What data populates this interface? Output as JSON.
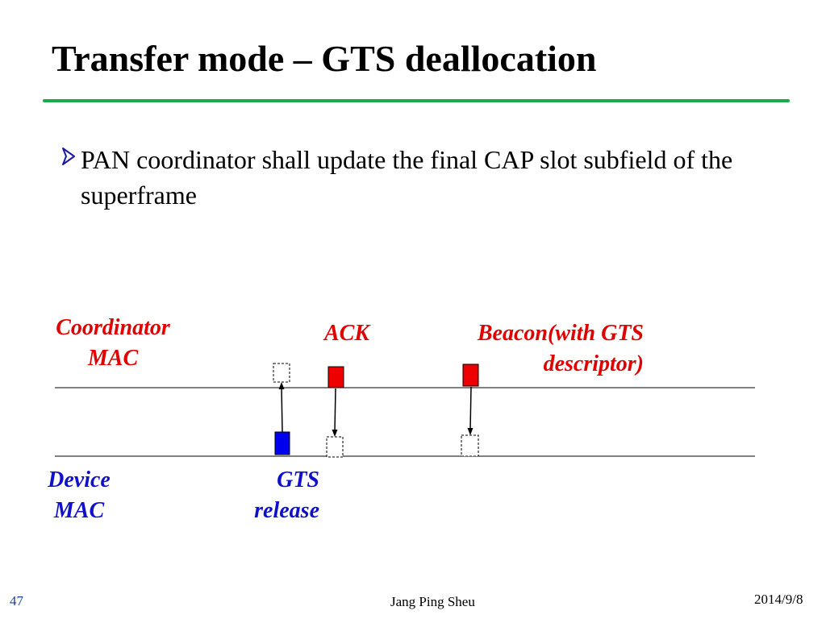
{
  "slide": {
    "title": "Transfer mode – GTS deallocation",
    "bullet_text": "PAN coordinator shall update the final CAP slot subfield of the superframe"
  },
  "diagram": {
    "coordinator_label_line1": "Coordinator",
    "coordinator_label_line2": "MAC",
    "device_label_line1": "Device",
    "device_label_line2": "MAC",
    "ack_label": "ACK",
    "beacon_label_line1": "Beacon(with GTS",
    "beacon_label_line2": "descriptor)",
    "gts_release_line1": "GTS",
    "gts_release_line2": "release"
  },
  "footer": {
    "page_number": "47",
    "author": "Jang Ping Sheu",
    "date": "2014/9/8"
  },
  "colors": {
    "title_rule": "#1aaa4a",
    "coordinator_frame": "#e00000",
    "device_frame": "#0000ee",
    "label_red": "#e00000",
    "label_blue": "#1010cc",
    "page_number": "#1f3fa0"
  }
}
